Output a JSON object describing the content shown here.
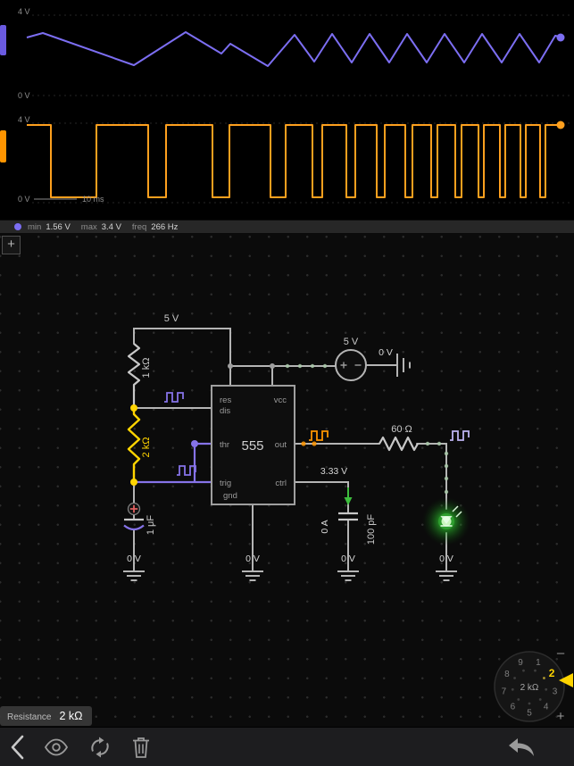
{
  "scope": {
    "trace1": {
      "color": "#7c6ef2",
      "handle_color": "#6a5ae0",
      "top_label": "4 V",
      "bottom_label": "0 V",
      "points": [
        [
          30,
          42
        ],
        [
          48,
          37
        ],
        [
          150,
          73
        ],
        [
          208,
          36
        ],
        [
          248,
          60
        ],
        [
          258,
          49
        ],
        [
          300,
          74
        ],
        [
          330,
          39
        ],
        [
          352,
          69
        ],
        [
          372,
          38
        ],
        [
          394,
          70
        ],
        [
          414,
          38
        ],
        [
          436,
          70
        ],
        [
          456,
          38
        ],
        [
          478,
          70
        ],
        [
          498,
          38
        ],
        [
          520,
          70
        ],
        [
          540,
          38
        ],
        [
          562,
          70
        ],
        [
          582,
          38
        ],
        [
          604,
          70
        ],
        [
          622,
          40
        ],
        [
          631,
          42
        ]
      ]
    },
    "trace2": {
      "color": "#ffa01e",
      "handle_color": "#ff9500",
      "top_label": "4 V",
      "bottom_label": "0 V",
      "time_scale": "10 ms",
      "points": [
        [
          30,
          140
        ],
        [
          57,
          140
        ],
        [
          57,
          221
        ],
        [
          108,
          221
        ],
        [
          108,
          140
        ],
        [
          166,
          140
        ],
        [
          166,
          221
        ],
        [
          186,
          221
        ],
        [
          186,
          140
        ],
        [
          238,
          140
        ],
        [
          238,
          221
        ],
        [
          257,
          221
        ],
        [
          257,
          140
        ],
        [
          303,
          140
        ],
        [
          303,
          221
        ],
        [
          320,
          221
        ],
        [
          320,
          140
        ],
        [
          350,
          140
        ],
        [
          350,
          221
        ],
        [
          361,
          221
        ],
        [
          361,
          140
        ],
        [
          388,
          140
        ],
        [
          388,
          221
        ],
        [
          398,
          221
        ],
        [
          398,
          140
        ],
        [
          422,
          140
        ],
        [
          422,
          221
        ],
        [
          431,
          221
        ],
        [
          431,
          140
        ],
        [
          454,
          140
        ],
        [
          454,
          221
        ],
        [
          462,
          221
        ],
        [
          462,
          140
        ],
        [
          483,
          140
        ],
        [
          483,
          221
        ],
        [
          490,
          221
        ],
        [
          490,
          140
        ],
        [
          510,
          140
        ],
        [
          510,
          221
        ],
        [
          517,
          221
        ],
        [
          517,
          140
        ],
        [
          536,
          140
        ],
        [
          536,
          221
        ],
        [
          542,
          221
        ],
        [
          542,
          140
        ],
        [
          560,
          140
        ],
        [
          560,
          221
        ],
        [
          566,
          221
        ],
        [
          566,
          140
        ],
        [
          583,
          140
        ],
        [
          583,
          221
        ],
        [
          589,
          221
        ],
        [
          589,
          140
        ],
        [
          605,
          140
        ],
        [
          605,
          221
        ],
        [
          611,
          221
        ],
        [
          611,
          140
        ],
        [
          631,
          140
        ]
      ]
    },
    "status": {
      "min_label": "min",
      "min_value": "1.56 V",
      "max_label": "max",
      "max_value": "3.4 V",
      "freq_label": "freq",
      "freq_value": "266 Hz"
    }
  },
  "canvas": {
    "add_button_label": "+"
  },
  "circuit": {
    "supply_label": "5 V",
    "r1_label": "1 kΩ",
    "r2_label": "2 kΩ",
    "c1_label": "1 μF",
    "c1_ground_v": "0 V",
    "ic_label": "555",
    "pin_res": "res",
    "pin_dis": "dis",
    "pin_thr": "thr",
    "pin_trig": "trig",
    "pin_gnd": "gnd",
    "pin_vcc": "vcc",
    "pin_out": "out",
    "pin_ctrl": "ctrl",
    "ic_ground_v": "0 V",
    "source_label": "5 V",
    "source_ground_v": "0 V",
    "ctrl_voltage": "3.33 V",
    "c2_current": "0 A",
    "c2_label": "100 pF",
    "c2_ground_v": "0 V",
    "r3_label": "60 Ω",
    "led_ground_v": "0 V"
  },
  "knob": {
    "digits": [
      "1",
      "2",
      "3",
      "4",
      "5",
      "6",
      "7",
      "8",
      "9"
    ],
    "active_digit": "2",
    "center_value": "2 kΩ",
    "decrease": "–",
    "increase": "+"
  },
  "selection": {
    "property_label": "Resistance",
    "value": "2 kΩ"
  }
}
